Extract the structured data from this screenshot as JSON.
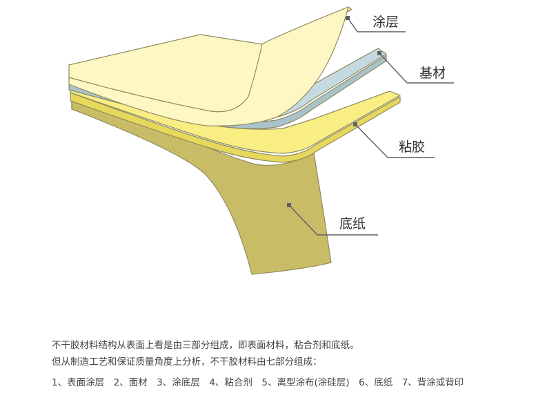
{
  "diagram": {
    "labels": {
      "coating": "涂层",
      "face_material": "基材",
      "adhesive": "粘胶",
      "backing_paper": "底纸"
    },
    "colors": {
      "coating": "#fdf7c3",
      "face_material": "#c5d9e0",
      "adhesive": "#f8ee84",
      "backing_paper": "#c9bc66",
      "leader": "#5b5f66"
    }
  },
  "description": {
    "line1": "不干胶材料结构从表面上看是由三部分组成，即表面材料，粘合剂和底纸。",
    "line2": "但从制造工艺和保证质量角度上分析，不干胶材料由七部分组成：",
    "line3": "1、表面涂层　2、面材　3、涂底层　4、粘合剂　5、离型涂布(涂硅层)　6、底纸　7、背涂或背印"
  }
}
